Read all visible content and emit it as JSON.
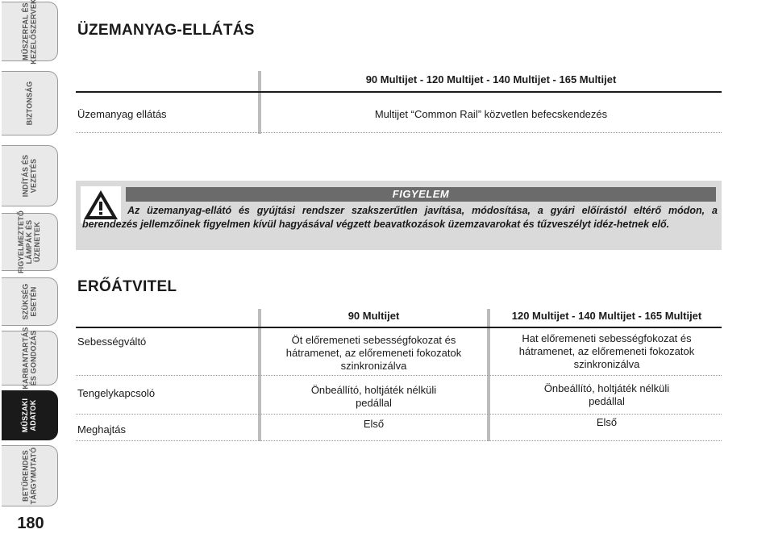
{
  "sidebar": {
    "tabs": [
      {
        "label": "MŰSZERFAL ÉS\nKEZELŐSZERVEK"
      },
      {
        "label": "BIZTONSÁG"
      },
      {
        "label": "INDÍTÁS ÉS\nVEZETÉS"
      },
      {
        "label": "FIGYELMEZTETŐ\nLÁMPÁK ÉS\nÜZENETEK"
      },
      {
        "label": "SZÜKSÉG\nESETÉN"
      },
      {
        "label": "KARBANTARTÁS\nÉS GONDOZÁS"
      },
      {
        "label": "MŰSZAKI\nADATOK"
      },
      {
        "label": "BETŰRENDES\nTÁRGYMUTATÓ"
      }
    ],
    "page_number": "180"
  },
  "fuel": {
    "title": "ÜZEMANYAG-ELLÁTÁS",
    "header": "90 Multijet - 120 Multijet - 140 Multijet - 165 Multijet",
    "row_label": "Üzemanyag ellátás",
    "row_value": "Multijet “Common Rail” közvetlen befecskendezés"
  },
  "warning": {
    "title": "FIGYELEM",
    "text": "Az üzemanyag-ellátó és gyújtási rendszer szakszerűtlen javítása, módosítása, a gyári előírástól eltérő módon, a berendezés jellemzőinek figyelmen kívül hagyásával végzett beavatkozások üzemzavarokat és tűzveszélyt idéz-hetnek elő."
  },
  "transmission": {
    "title": "ERŐÁTVITEL",
    "col1_header": "90 Multijet",
    "col2_header": "120 Multijet - 140 Multijet - 165 Multijet",
    "rows": [
      {
        "label": "Sebességváltó",
        "col1": "Öt előremeneti sebességfokozat és\nhátramenet, az előremeneti fokozatok\nszinkronizálva",
        "col2": "Hat előremeneti sebességfokozat és\nhátramenet, az előremeneti fokozatok\nszinkronizálva"
      },
      {
        "label": "Tengelykapcsoló",
        "col1": "Önbeállító, holtjáték nélküli\npedállal",
        "col2": "Önbeállító, holtjáték nélküli\npedállal"
      },
      {
        "label": "Meghajtás",
        "col1": "Első",
        "col2": "Első"
      }
    ]
  }
}
